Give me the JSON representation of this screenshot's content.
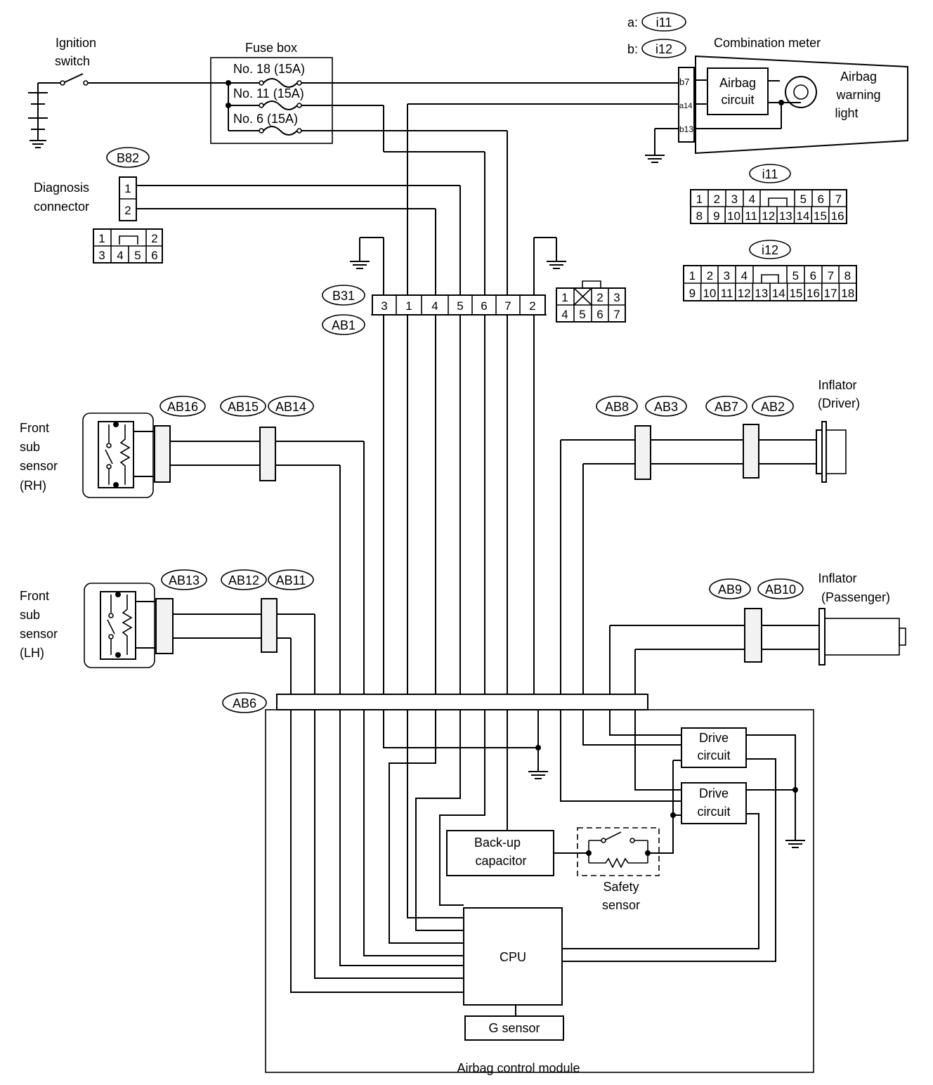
{
  "labels": {
    "ignition_switch": [
      "Ignition",
      "switch"
    ],
    "fuse_box": "Fuse box",
    "fuses": [
      "No. 18 (15A)",
      "No. 11 (15A)",
      "No. 6 (15A)"
    ],
    "combination_meter": "Combination meter",
    "airbag_circuit": [
      "Airbag",
      "circuit"
    ],
    "airbag_warning_light": [
      "Airbag",
      "warning",
      "light"
    ],
    "diagnosis_connector": [
      "Diagnosis",
      "connector"
    ],
    "front_sub_sensor_rh": [
      "Front",
      "sub",
      "sensor",
      "(RH)"
    ],
    "front_sub_sensor_lh": [
      "Front",
      "sub",
      "sensor",
      "(LH)"
    ],
    "inflator_driver": [
      "Inflator",
      "(Driver)"
    ],
    "inflator_passenger": [
      "Inflator",
      "(Passenger)"
    ],
    "drive_circuit": [
      "Drive",
      "circuit"
    ],
    "backup_capacitor": [
      "Back-up",
      "capacitor"
    ],
    "safety_sensor": [
      "Safety",
      "sensor"
    ],
    "cpu": "CPU",
    "g_sensor": "G sensor",
    "airbag_control_module": "Airbag control module"
  },
  "connectors": {
    "a_prefix": "a:",
    "b_prefix": "b:",
    "i11": "i11",
    "i12": "i12",
    "B82": "B82",
    "B31": "B31",
    "AB1": "AB1",
    "AB16": "AB16",
    "AB15": "AB15",
    "AB14": "AB14",
    "AB13": "AB13",
    "AB12": "AB12",
    "AB11": "AB11",
    "AB8": "AB8",
    "AB3": "AB3",
    "AB7": "AB7",
    "AB2": "AB2",
    "AB9": "AB9",
    "AB10": "AB10",
    "AB6": "AB6"
  },
  "meter_pins": [
    "b7",
    "a14",
    "b13"
  ],
  "b82_pins": [
    "1",
    "2"
  ],
  "diag_face": {
    "top": [
      "1",
      "2"
    ],
    "bottom": [
      "3",
      "4",
      "5",
      "6"
    ]
  },
  "b31_pins": [
    "3",
    "1",
    "4",
    "5",
    "6",
    "7",
    "2"
  ],
  "b31_face": {
    "top": [
      "1",
      "2",
      "3"
    ],
    "bottom": [
      "4",
      "5",
      "6",
      "7"
    ]
  },
  "i11_face": {
    "top": [
      "1",
      "2",
      "3",
      "4",
      "5",
      "6",
      "7"
    ],
    "bottom": [
      "8",
      "9",
      "10",
      "11",
      "12",
      "13",
      "14",
      "15",
      "16"
    ]
  },
  "i12_face": {
    "top": [
      "1",
      "2",
      "3",
      "4",
      "5",
      "6",
      "7",
      "8"
    ],
    "bottom": [
      "9",
      "10",
      "11",
      "12",
      "13",
      "14",
      "15",
      "16",
      "17",
      "18"
    ]
  }
}
